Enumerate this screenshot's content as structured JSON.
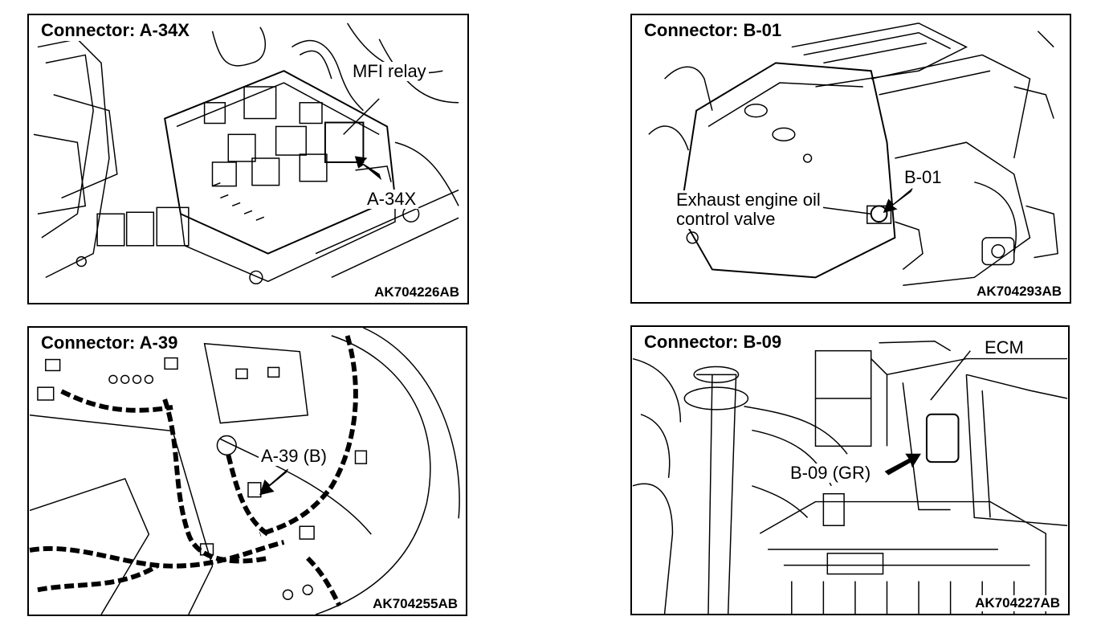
{
  "panels": [
    {
      "title": "Connector: A-34X",
      "code": "AK704226AB",
      "callouts": [
        "MFI relay",
        "A-34X"
      ]
    },
    {
      "title": "Connector: B-01",
      "code": "AK704293AB",
      "callouts": [
        "B-01",
        "Exhaust engine oil control valve"
      ]
    },
    {
      "title": "Connector: A-39",
      "code": "AK704255AB",
      "callouts": [
        "A-39 (B)"
      ]
    },
    {
      "title": "Connector: B-09",
      "code": "AK704227AB",
      "callouts": [
        "ECM",
        "B-09 (GR)"
      ]
    }
  ]
}
